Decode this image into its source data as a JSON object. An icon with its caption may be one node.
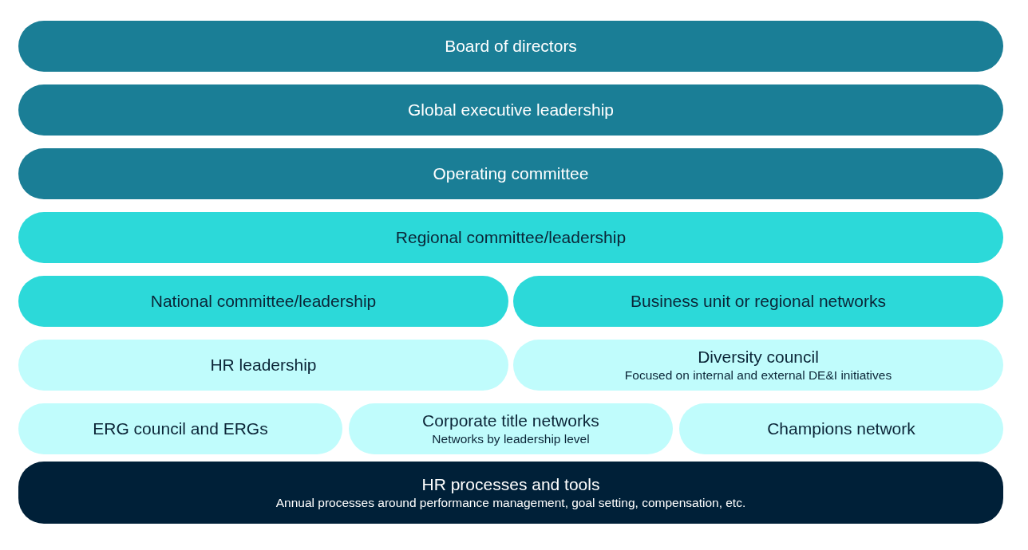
{
  "diagram": {
    "nodes": [
      {
        "text": [
          "Board of directors"
        ]
      },
      {
        "text": [
          "Global executive leadership"
        ]
      },
      {
        "text": [
          "Operating committee"
        ]
      },
      {
        "text": [
          "Regional committee/leadership"
        ]
      },
      {
        "text": [
          "National committee/leadership"
        ]
      },
      {
        "text": [
          "Business unit or regional networks"
        ]
      },
      {
        "text": [
          "HR leadership"
        ]
      },
      {
        "text": [
          "Diversity council",
          "Focused on internal and external DE&I initiatives"
        ]
      },
      {
        "text": [
          "ERG council and ERGs"
        ]
      },
      {
        "text": [
          "Corporate title networks",
          "Networks by leadership level"
        ]
      },
      {
        "text": [
          "Champions network"
        ]
      },
      {
        "text": [
          "HR processes and tools",
          "Annual processes around performance management, goal setting, compensation, etc."
        ]
      }
    ]
  }
}
